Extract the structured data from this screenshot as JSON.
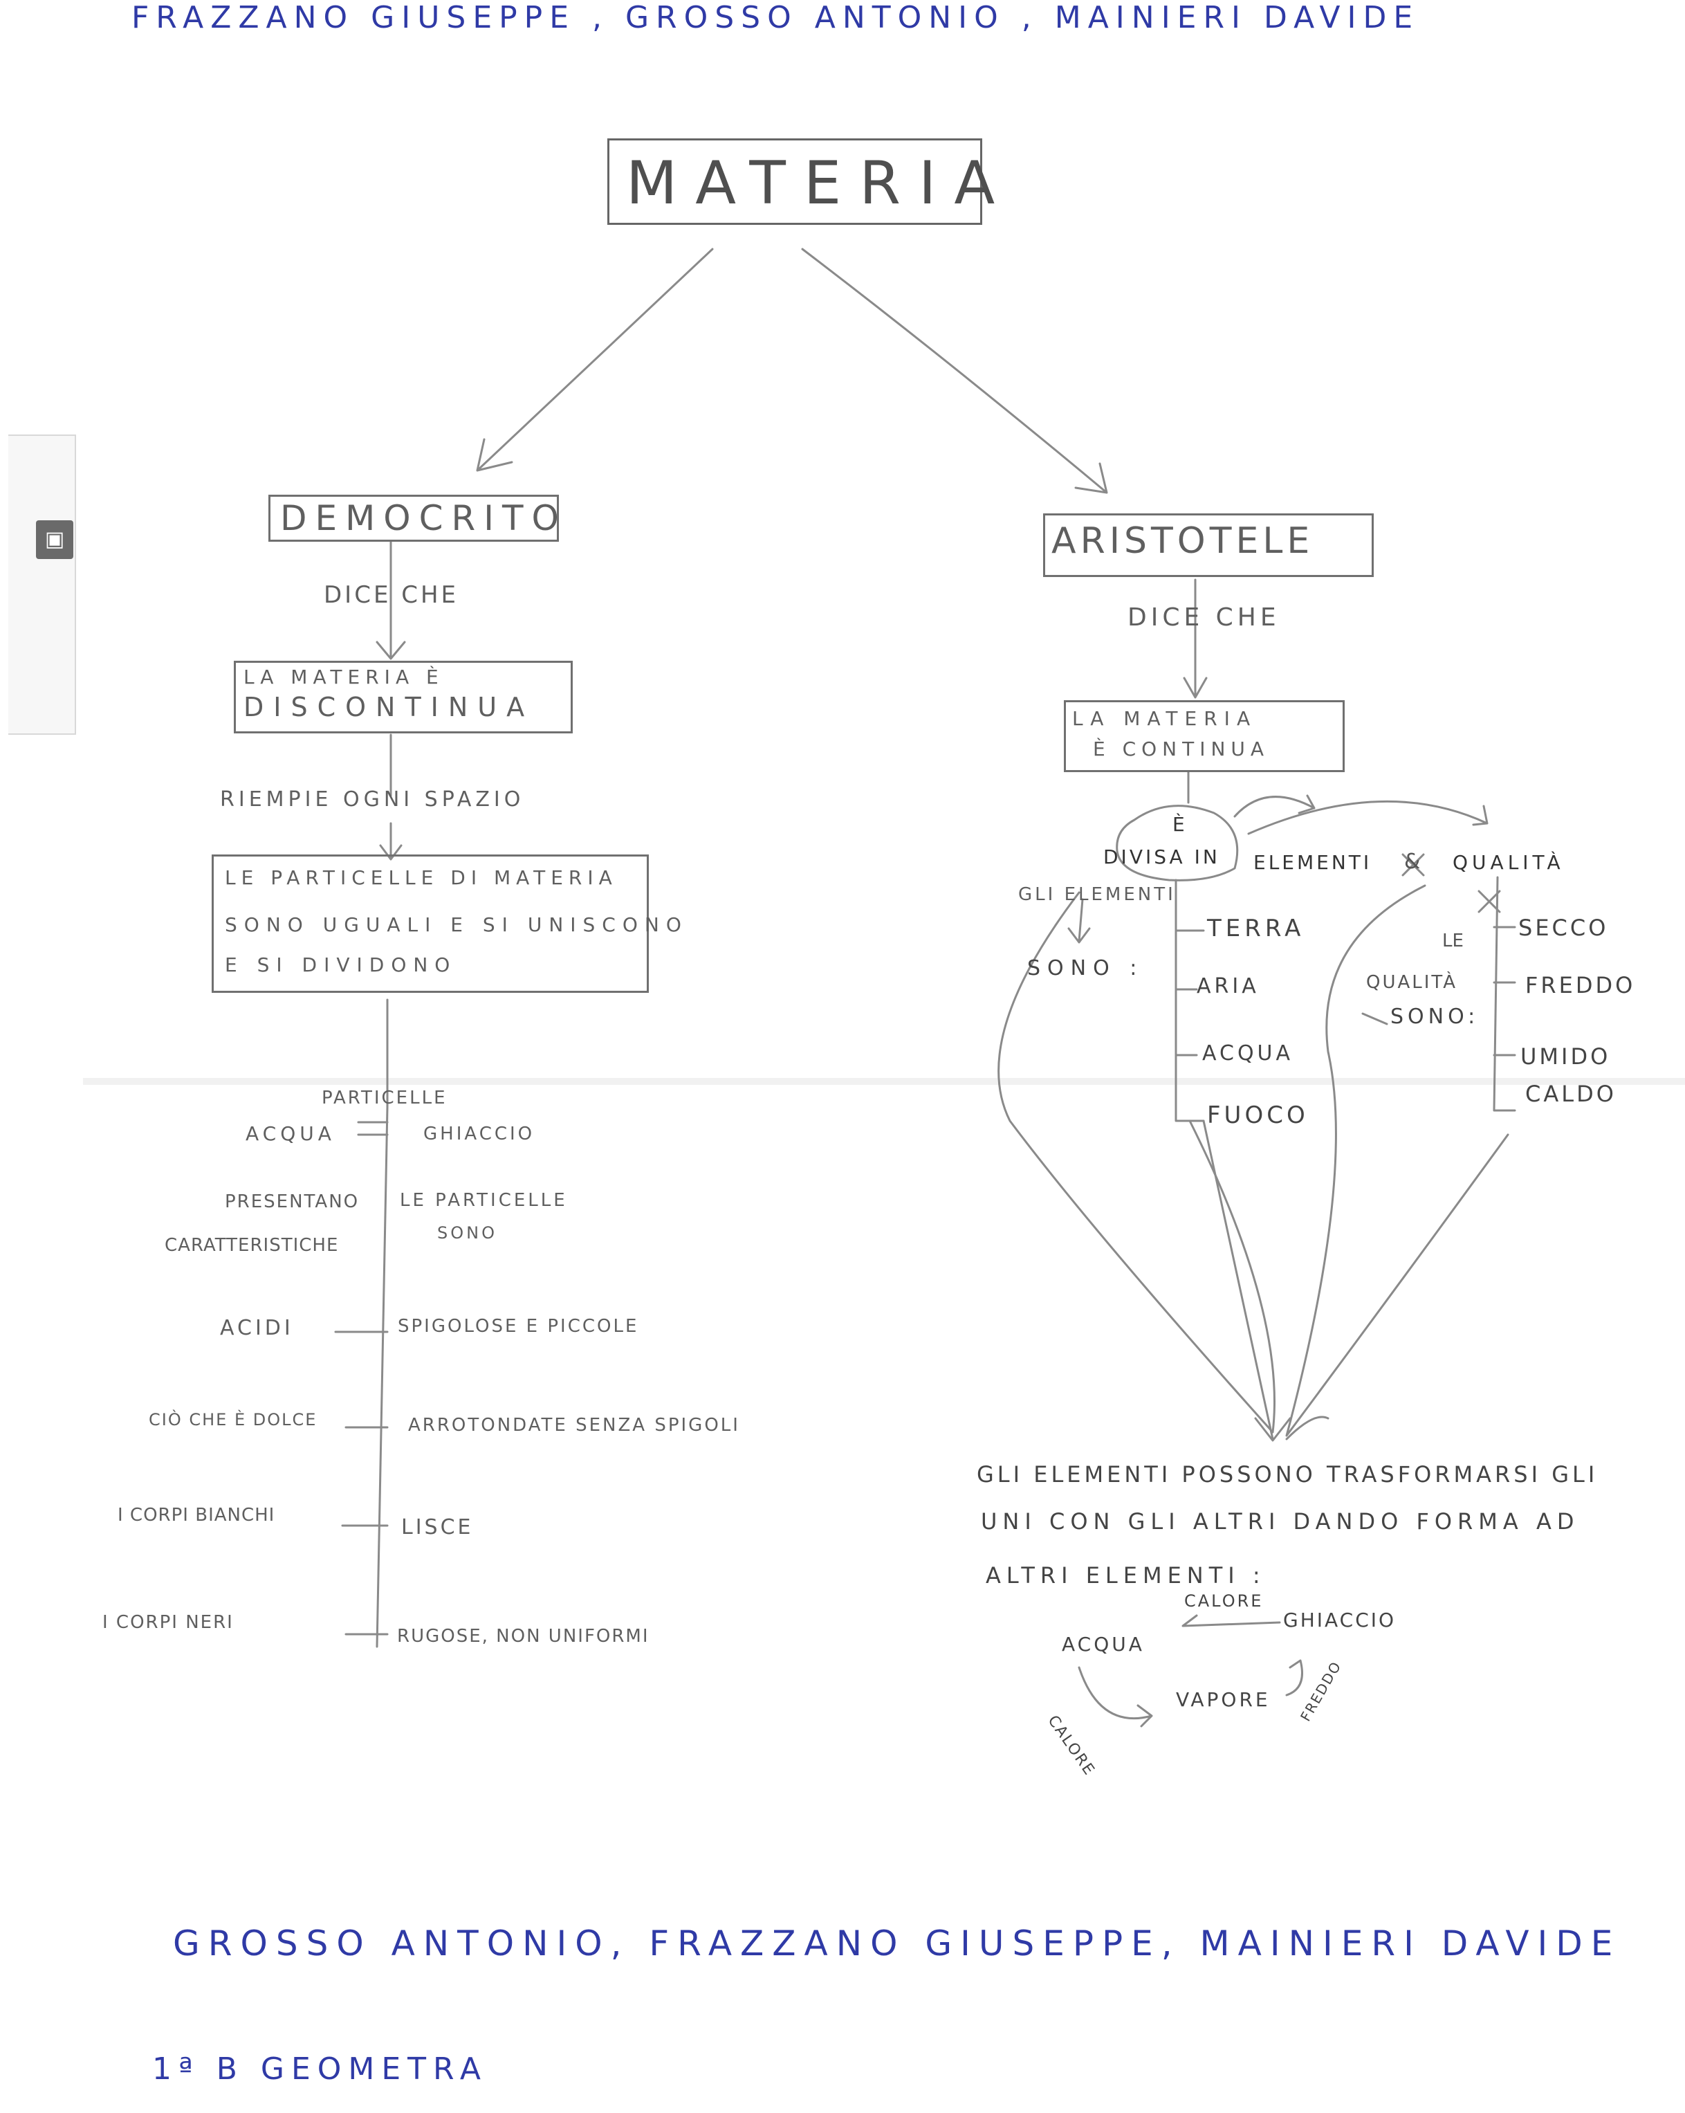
{
  "header_names": "FRAZZANO GIUSEPPE , GROSSO ANTONIO , MAINIERI DAVIDE",
  "root": "MATERIA",
  "left": {
    "title": "DEMOCRITO",
    "says": "DICE CHE",
    "claim_line1": "LA MATERIA È",
    "claim_line2": "DISCONTINUA",
    "fills": "RIEMPIE OGNI SPAZIO",
    "particles_line1": "LE PARTICELLE DI MATERIA",
    "particles_line2": "SONO UGUALI E SI UNISCONO",
    "particles_line3": "E SI DIVIDONO",
    "particelle": "PARTICELLE",
    "acqua": "ACQUA",
    "ghiaccio": "GHIACCIO",
    "presentano": "PRESENTANO",
    "caratteristiche": "CARATTERISTICHE",
    "sono_line1": "LE PARTICELLE",
    "sono_line2": "SONO",
    "rows": [
      {
        "label": "ACIDI",
        "value": "SPIGOLOSE E PICCOLE"
      },
      {
        "label": "CIÒ CHE È DOLCE",
        "value": "ARROTONDATE SENZA SPIGOLI"
      },
      {
        "label": "I CORPI BIANCHI",
        "value": "LISCE"
      },
      {
        "label": "I CORPI NERI",
        "value": "RUGOSE, NON UNIFORMI"
      }
    ]
  },
  "right": {
    "title": "ARISTOTELE",
    "says": "DICE CHE",
    "claim_line1": "LA MATERIA",
    "claim_line2": "È CONTINUA",
    "e": "È",
    "divisa": "DIVISA IN",
    "elementi": "ELEMENTI",
    "and_sign": "&",
    "qualita": "QUALITÀ",
    "gli_elementi": "GLI ELEMENTI",
    "sono": "SONO :",
    "elements": [
      "TERRA",
      "ARIA",
      "ACQUA",
      "FUOCO"
    ],
    "le": "LE",
    "qualita2": "QUALITÀ",
    "sono2": "SONO:",
    "qualities": [
      "SECCO",
      "FREDDO",
      "UMIDO",
      "CALDO"
    ],
    "transform_line1": "GLI ELEMENTI POSSONO TRASFORMARSI GLI",
    "transform_line2": "UNI CON GLI ALTRI DANDO FORMA AD",
    "transform_line3": "ALTRI ELEMENTI :",
    "cycle": {
      "acqua": "ACQUA",
      "calore_top": "CALORE",
      "ghiaccio": "GHIACCIO",
      "vapore": "VAPORE",
      "calore_bottom": "CALORE",
      "freddo": "FREDDO"
    }
  },
  "footer_names": "GROSSO ANTONIO, FRAZZANO GIUSEPPE, MAINIERI DAVIDE",
  "footer_class": "1ª B GEOMETRA"
}
